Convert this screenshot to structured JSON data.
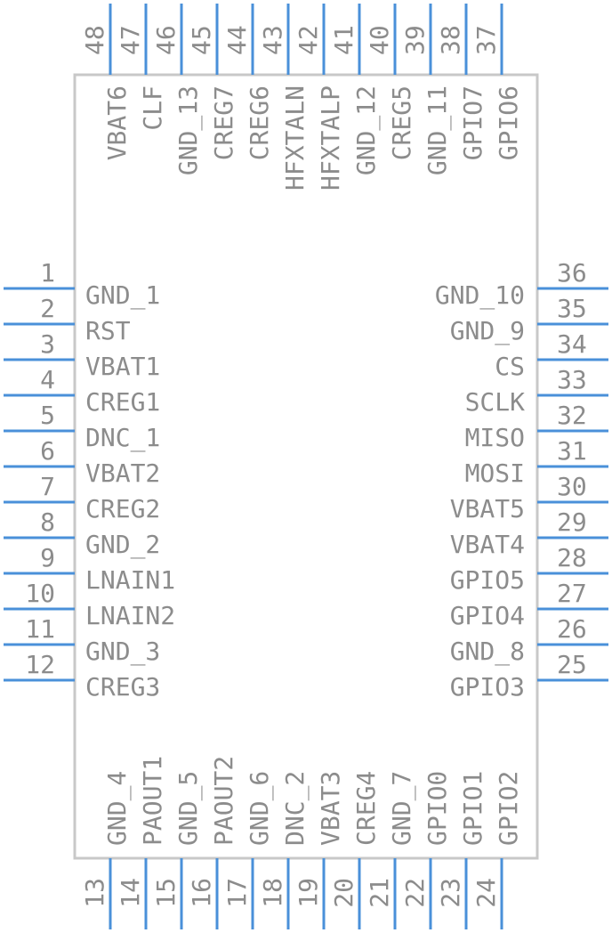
{
  "colors": {
    "body_stroke": "#c8c8c8",
    "pin": "#4a90d9",
    "text": "#8c8c8c"
  },
  "pins": {
    "left": [
      {
        "num": "1",
        "name": "GND_1"
      },
      {
        "num": "2",
        "name": "RST"
      },
      {
        "num": "3",
        "name": "VBAT1"
      },
      {
        "num": "4",
        "name": "CREG1"
      },
      {
        "num": "5",
        "name": "DNC_1"
      },
      {
        "num": "6",
        "name": "VBAT2"
      },
      {
        "num": "7",
        "name": "CREG2"
      },
      {
        "num": "8",
        "name": "GND_2"
      },
      {
        "num": "9",
        "name": "LNAIN1"
      },
      {
        "num": "10",
        "name": "LNAIN2"
      },
      {
        "num": "11",
        "name": "GND_3"
      },
      {
        "num": "12",
        "name": "CREG3"
      }
    ],
    "bottom": [
      {
        "num": "13",
        "name": "GND_4"
      },
      {
        "num": "14",
        "name": "PAOUT1"
      },
      {
        "num": "15",
        "name": "GND_5"
      },
      {
        "num": "16",
        "name": "PAOUT2"
      },
      {
        "num": "17",
        "name": "GND_6"
      },
      {
        "num": "18",
        "name": "DNC_2"
      },
      {
        "num": "19",
        "name": "VBAT3"
      },
      {
        "num": "20",
        "name": "CREG4"
      },
      {
        "num": "21",
        "name": "GND_7"
      },
      {
        "num": "22",
        "name": "GPIO0"
      },
      {
        "num": "23",
        "name": "GPIO1"
      },
      {
        "num": "24",
        "name": "GPIO2"
      }
    ],
    "right": [
      {
        "num": "25",
        "name": "GPIO3"
      },
      {
        "num": "26",
        "name": "GND_8"
      },
      {
        "num": "27",
        "name": "GPIO4"
      },
      {
        "num": "28",
        "name": "GPIO5"
      },
      {
        "num": "29",
        "name": "VBAT4"
      },
      {
        "num": "30",
        "name": "VBAT5"
      },
      {
        "num": "31",
        "name": "MOSI"
      },
      {
        "num": "32",
        "name": "MISO"
      },
      {
        "num": "33",
        "name": "SCLK"
      },
      {
        "num": "34",
        "name": "CS"
      },
      {
        "num": "35",
        "name": "GND_9"
      },
      {
        "num": "36",
        "name": "GND_10"
      }
    ],
    "top": [
      {
        "num": "37",
        "name": "GPIO6"
      },
      {
        "num": "38",
        "name": "GPIO7"
      },
      {
        "num": "39",
        "name": "GND_11"
      },
      {
        "num": "40",
        "name": "CREG5"
      },
      {
        "num": "41",
        "name": "GND_12"
      },
      {
        "num": "42",
        "name": "HFXTALP"
      },
      {
        "num": "43",
        "name": "HFXTALN"
      },
      {
        "num": "44",
        "name": "CREG6"
      },
      {
        "num": "45",
        "name": "CREG7"
      },
      {
        "num": "46",
        "name": "GND_13"
      },
      {
        "num": "47",
        "name": "CLF"
      },
      {
        "num": "48",
        "name": "VBAT6"
      }
    ]
  }
}
